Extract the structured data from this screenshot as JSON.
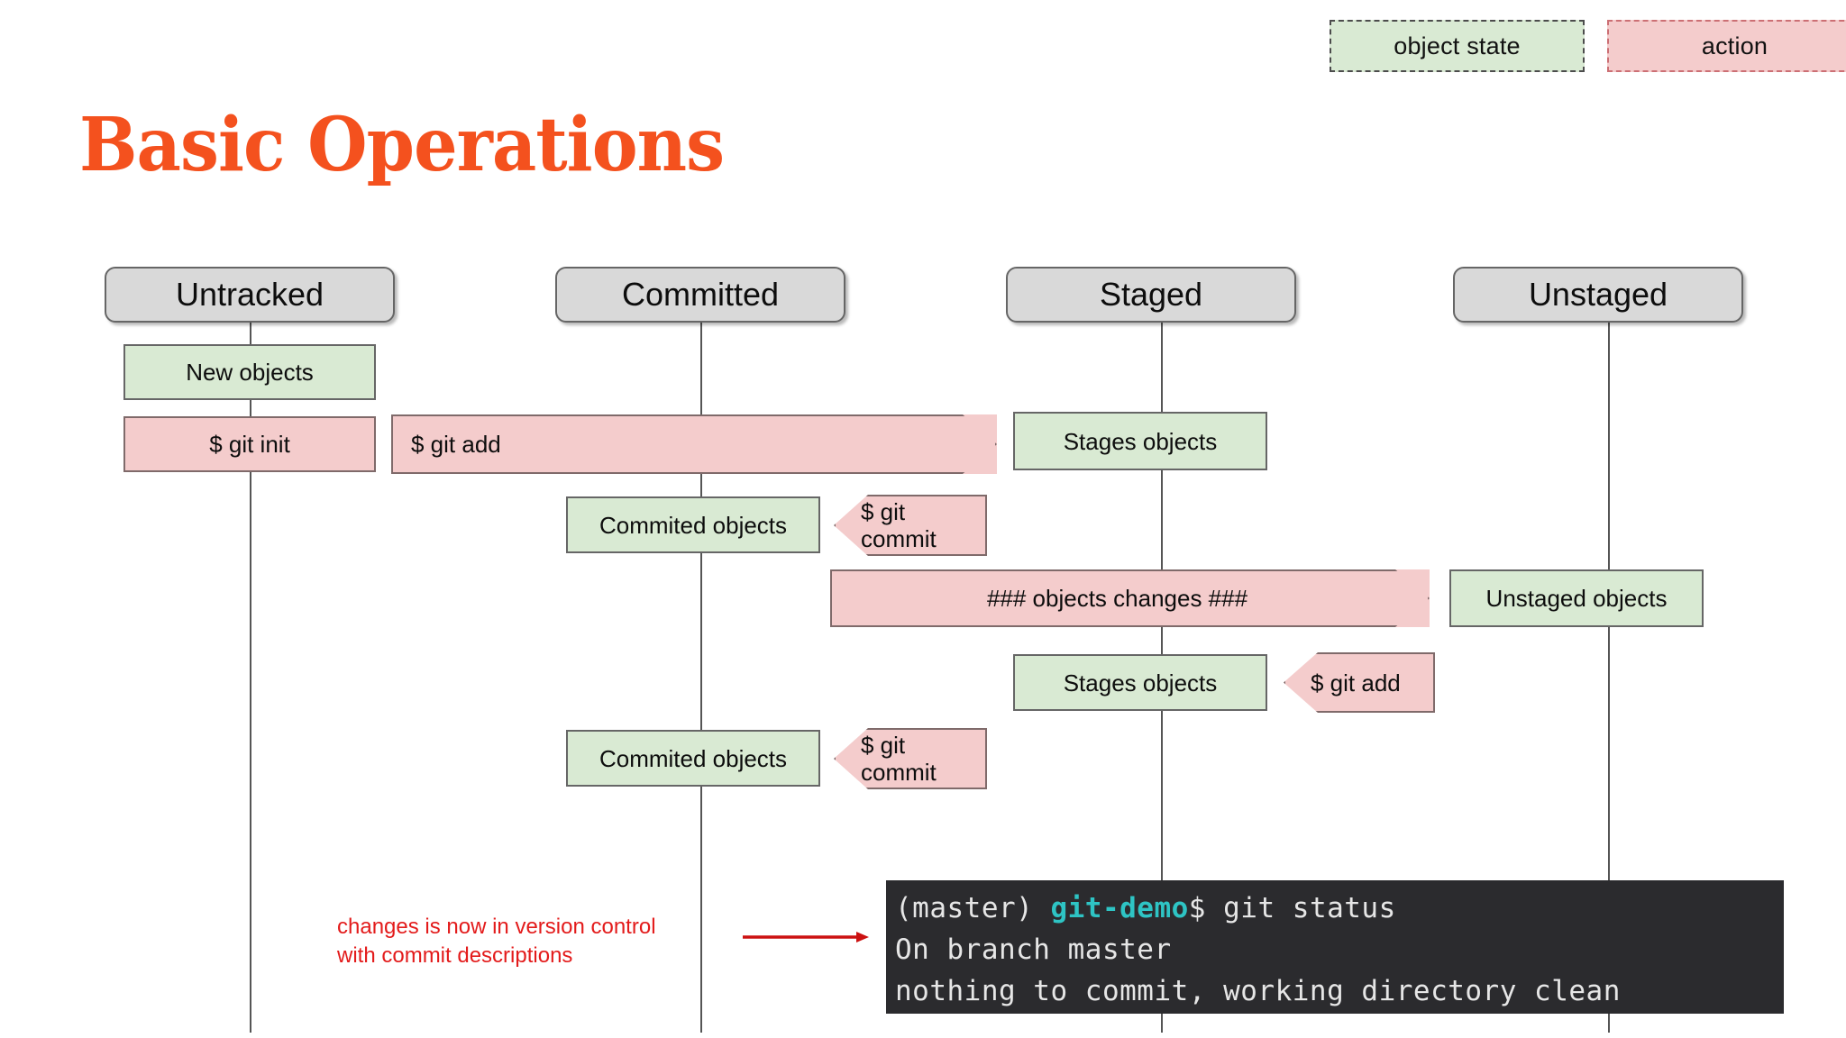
{
  "title": "Basic Operations",
  "legend": [
    {
      "label": "object state",
      "type": "state",
      "color": "#d9ead3",
      "border": "#4c4c4c"
    },
    {
      "label": "action",
      "type": "action",
      "color": "#f4cccc",
      "border": "#cc6f74"
    }
  ],
  "columns": [
    {
      "id": "untracked",
      "label": "Untracked"
    },
    {
      "id": "committed",
      "label": "Committed"
    },
    {
      "id": "staged",
      "label": "Staged"
    },
    {
      "id": "unstaged",
      "label": "Unstaged"
    }
  ],
  "nodes": {
    "new_objects": "New objects",
    "git_init": "$ git init",
    "git_add_1": "$ git add",
    "stages_objects_1": "Stages objects",
    "commited_objects_1": "Commited objects",
    "git_commit_1": "$ git\ncommit",
    "objects_changes": "### objects changes ###",
    "unstaged_objects": "Unstaged objects",
    "stages_objects_2": "Stages objects",
    "git_add_2": "$ git add",
    "commited_objects_2": "Commited objects",
    "git_commit_2": "$ git\ncommit"
  },
  "annotation": {
    "text": "changes is now in version control\nwith commit descriptions",
    "color": "#e31b1b"
  },
  "terminal": {
    "prompt_prefix": "(master) ",
    "host": "git-demo",
    "prompt_suffix": "$ git status",
    "line2": "On branch master",
    "line3": "nothing to commit, working directory clean",
    "background": "#2b2b2e",
    "host_color": "#2ec4c4"
  }
}
